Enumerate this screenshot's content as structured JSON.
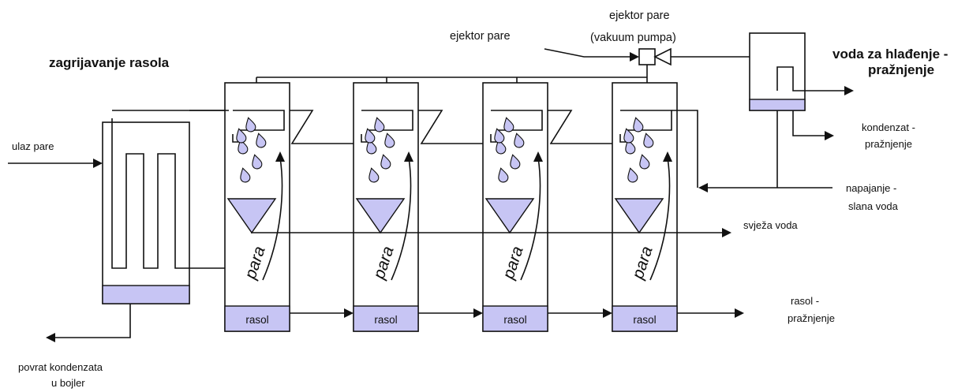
{
  "title": "zagrijavanje rasola",
  "labels": {
    "steam_inlet": "ulaz pare",
    "condensate_return": [
      "povrat kondenzata",
      "u bojler"
    ],
    "ejector_left": "ejektor pare",
    "ejector_top": [
      "ejektor pare",
      "(vakuum pumpa)"
    ],
    "cooling_water": [
      "voda za hlađenje -",
      "pražnjenje"
    ],
    "condensate_drain": [
      "kondenzat -",
      "pražnjenje"
    ],
    "feed_salt_water": [
      "napajanje -",
      "slana voda"
    ],
    "fresh_water": "svježa voda",
    "brine_drain": [
      "rasol -",
      "pražnjenje"
    ]
  },
  "stages": [
    {
      "name": "stage-1",
      "brine_label": "rasol",
      "vapor_label": "para"
    },
    {
      "name": "stage-2",
      "brine_label": "rasol",
      "vapor_label": "para"
    },
    {
      "name": "stage-3",
      "brine_label": "rasol",
      "vapor_label": "para"
    },
    {
      "name": "stage-4",
      "brine_label": "rasol",
      "vapor_label": "para"
    }
  ],
  "colors": {
    "fill": "#c7c5f4",
    "line": "#111111"
  }
}
